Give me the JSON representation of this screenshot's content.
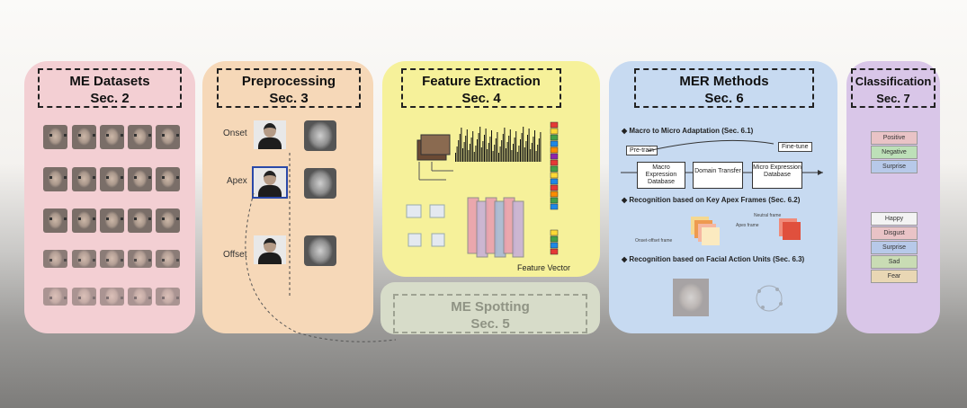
{
  "panels": {
    "datasets": {
      "title": "ME Datasets",
      "sec": "Sec. 2"
    },
    "preprocessing": {
      "title": "Preprocessing",
      "sec": "Sec. 3"
    },
    "feature": {
      "title": "Feature Extraction",
      "sec": "Sec. 4",
      "vector_label": "Feature Vector"
    },
    "spotting": {
      "title": "ME Spotting",
      "sec": "Sec. 5"
    },
    "mer": {
      "title": "MER Methods",
      "sec": "Sec. 6"
    },
    "classification": {
      "title": "Classification",
      "sec": "Sec. 7"
    }
  },
  "preprocessing_labels": [
    "Onset",
    "Apex",
    "Offset"
  ],
  "mer": {
    "section1": "◆ Macro to Micro Adaptation (Sec. 6.1)",
    "pretrain": "Pre-train",
    "finetune": "Fine-tune",
    "box1": "Macro Expression Database",
    "box2": "Domain Transfer",
    "box3": "Micro Expression Database",
    "section2": "◆ Recognition based on Key Apex Frames (Sec. 6.2)",
    "neutral": "Neutral frame",
    "apex": "Apex frame",
    "onset_offset": "Onset-offset frame",
    "section3": "◆ Recognition based on Facial Action Units (Sec. 6.3)"
  },
  "classification": {
    "group1": [
      {
        "label": "Positive",
        "color": "#e9c3c6"
      },
      {
        "label": "Negative",
        "color": "#bde0b8"
      },
      {
        "label": "Surprise",
        "color": "#b7c9e9"
      }
    ],
    "group2": [
      {
        "label": "Happy",
        "color": "#f3f3f3"
      },
      {
        "label": "Disgust",
        "color": "#e9c3c6"
      },
      {
        "label": "Surprise",
        "color": "#b7c9e9"
      },
      {
        "label": "Sad",
        "color": "#c9dcb4"
      },
      {
        "label": "Fear",
        "color": "#e9d7b4"
      }
    ]
  },
  "colors": {
    "datasets": "#f3cfd3",
    "preprocessing": "#f6d8b8",
    "feature": "#f6f19a",
    "spotting": "#d7dcc9",
    "mer": "#c7daf1",
    "classification": "#d9c6e8"
  }
}
